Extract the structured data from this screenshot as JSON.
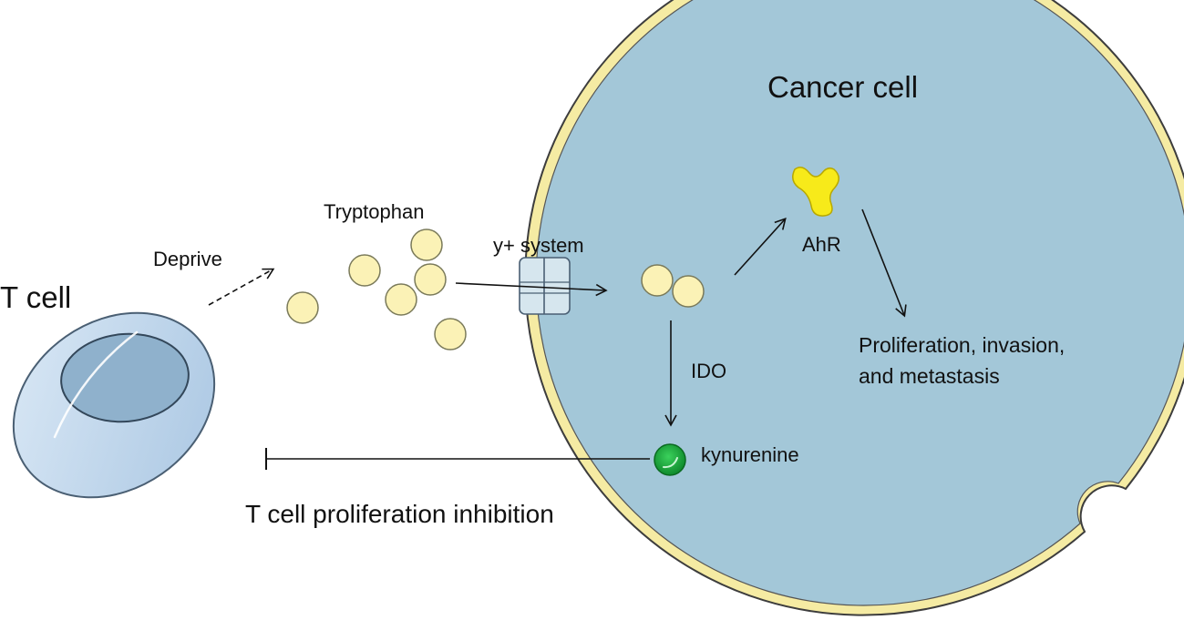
{
  "labels": {
    "t_cell": "T cell",
    "cancer_cell": "Cancer cell",
    "deprive": "Deprive",
    "tryptophan": "Tryptophan",
    "y_system": "y+ system",
    "ahr": "AhR",
    "ido": "IDO",
    "kynurenine": "kynurenine",
    "outcome_line1": "Proliferation, invasion,",
    "outcome_line2": "and metastasis",
    "inhibition": "T cell proliferation inhibition"
  },
  "colors": {
    "cancer_cell_fill": "#a3c7d8",
    "cancer_cell_membrane": "#f5eba3",
    "cancer_cell_outline": "#3d3d3d",
    "tryptophan_fill": "#fbf2b6",
    "tryptophan_stroke": "#7a7a5a",
    "ahr_fill": "#f7ea1a",
    "kynurenine_fill": "#1aa83c",
    "t_cell_fill": "#c2d8ec",
    "t_cell_nucleus": "#8fb1cc",
    "transporter_fill": "#d6e6ee"
  }
}
